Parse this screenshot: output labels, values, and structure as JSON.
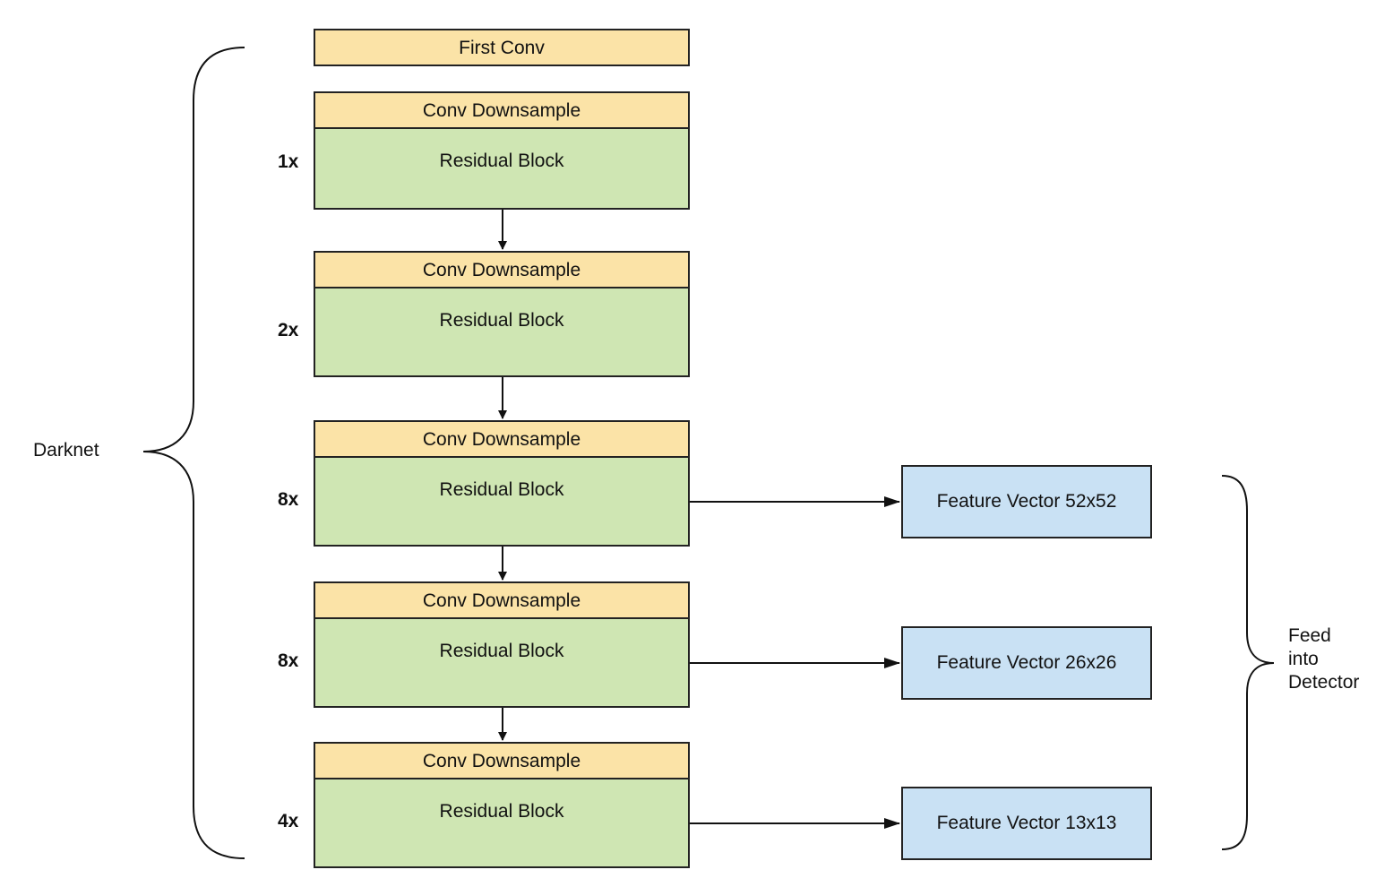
{
  "first_conv": "First Conv",
  "stages": [
    {
      "multiplier": "1x",
      "downsample": "Conv Downsample",
      "block": "Residual Block"
    },
    {
      "multiplier": "2x",
      "downsample": "Conv Downsample",
      "block": "Residual Block"
    },
    {
      "multiplier": "8x",
      "downsample": "Conv Downsample",
      "block": "Residual Block"
    },
    {
      "multiplier": "8x",
      "downsample": "Conv Downsample",
      "block": "Residual Block"
    },
    {
      "multiplier": "4x",
      "downsample": "Conv Downsample",
      "block": "Residual Block"
    }
  ],
  "features": [
    "Feature Vector 52x52",
    "Feature Vector 26x26",
    "Feature Vector 13x13"
  ],
  "darknet_label": "Darknet",
  "detector_label": {
    "line1": "Feed",
    "line2": "into",
    "line3": "Detector"
  },
  "colors": {
    "conv": "#fbe3a7",
    "residual": "#cfe6b3",
    "feature": "#c9e1f4",
    "stroke": "#222222"
  }
}
